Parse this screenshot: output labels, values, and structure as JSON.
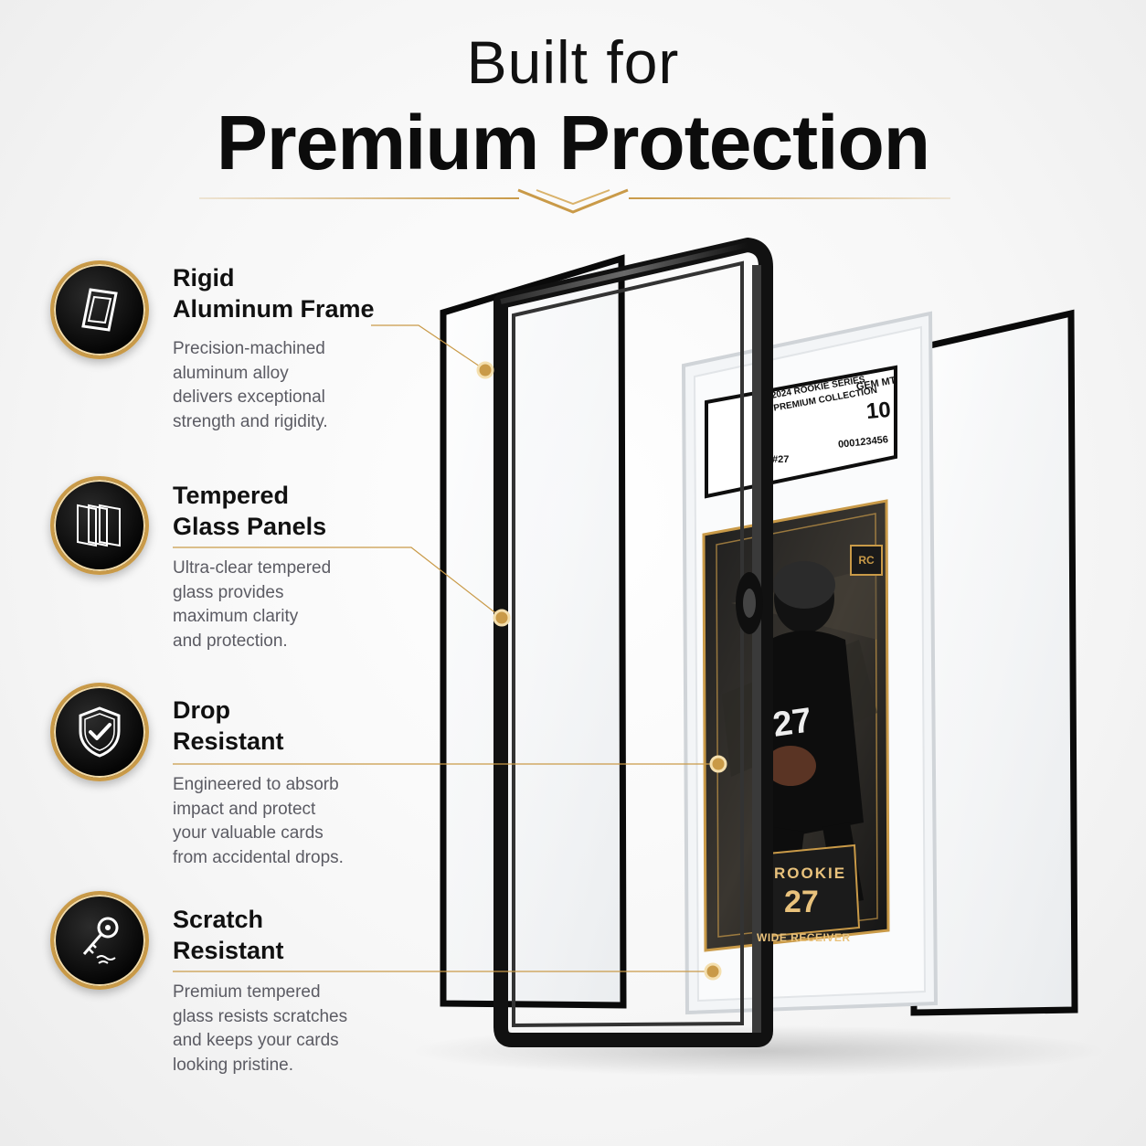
{
  "header": {
    "line1": "Built for",
    "line2": "Premium Protection"
  },
  "colors": {
    "accent_gold": "#c99a48",
    "icon_bg": "#0a0a0a",
    "title": "#111111",
    "body_text": "#5b5b63"
  },
  "features": [
    {
      "icon": "frame-icon",
      "title_line1": "Rigid",
      "title_line2": "Aluminum Frame",
      "desc": [
        "Precision-machined",
        "aluminum alloy",
        "delivers exceptional",
        "strength and rigidity."
      ]
    },
    {
      "icon": "glass-layers-icon",
      "title_line1": "Tempered",
      "title_line2": "Glass Panels",
      "desc": [
        "Ultra-clear tempered",
        "glass provides",
        "maximum clarity",
        "and protection."
      ]
    },
    {
      "icon": "shield-check-icon",
      "title_line1": "Drop",
      "title_line2": "Resistant",
      "desc": [
        "Engineered to absorb",
        "impact and protect",
        "your valuable cards",
        "from accidental drops."
      ]
    },
    {
      "icon": "key-scratch-icon",
      "title_line1": "Scratch",
      "title_line2": "Resistant",
      "desc": [
        "Premium tempered",
        "glass resists scratches",
        "and keeps your cards",
        "looking pristine."
      ]
    }
  ],
  "slab_label": {
    "series": "2024 ROOKIE SERIES",
    "collection": "PREMIUM COLLECTION",
    "grade_text": "GEM MT",
    "grade": "10",
    "card_no": "#27",
    "cert": "000123456"
  },
  "card": {
    "badge": "RC",
    "jersey": "27",
    "banner": "ROOKIE",
    "number": "27",
    "position": "WIDE RECEIVER"
  }
}
